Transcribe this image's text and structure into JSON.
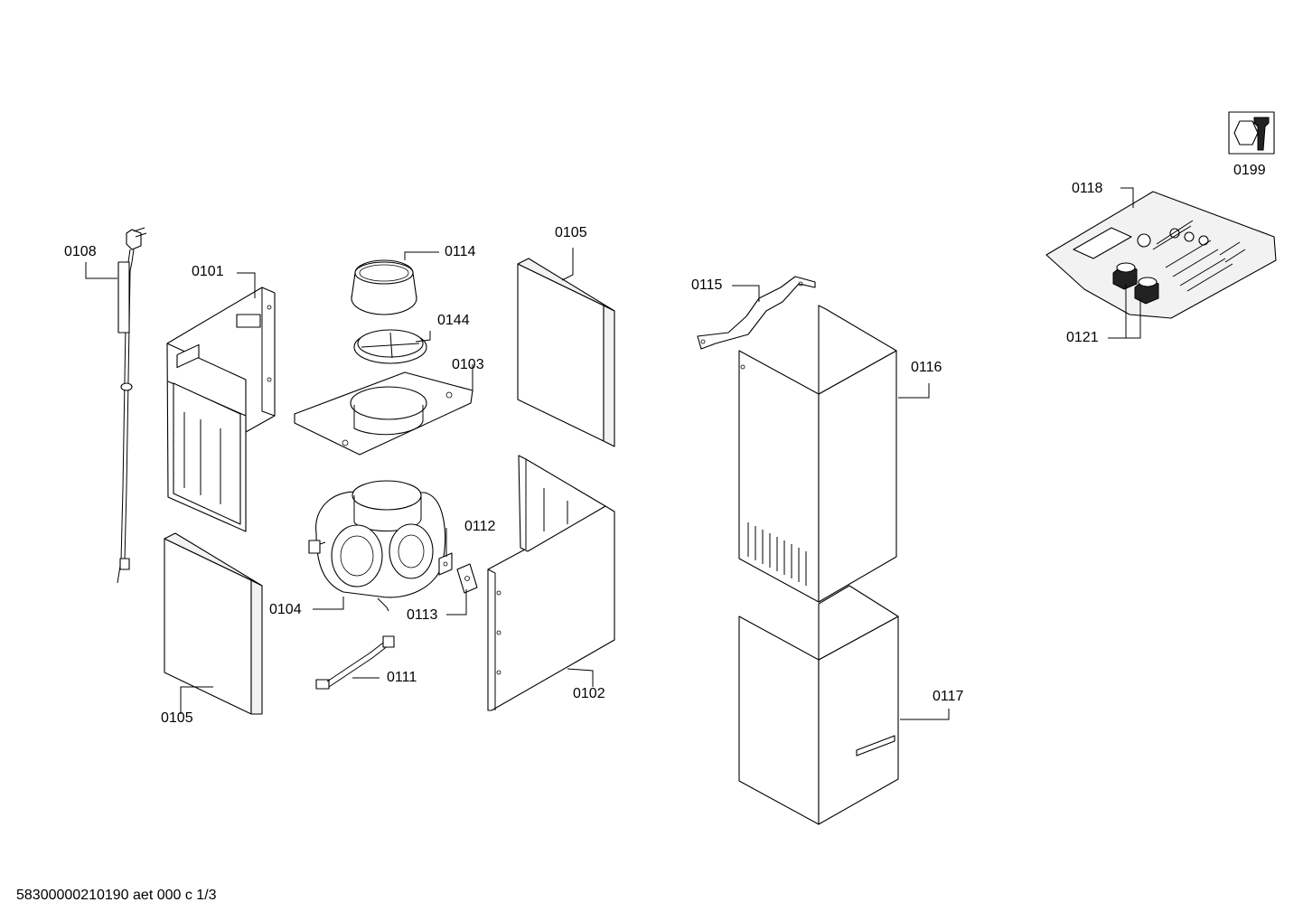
{
  "labels": {
    "p0101": "0101",
    "p0102": "0102",
    "p0103": "0103",
    "p0104": "0104",
    "p0105_top": "0105",
    "p0105_bottom": "0105",
    "p0108": "0108",
    "p0111": "0111",
    "p0112": "0112",
    "p0113": "0113",
    "p0114": "0114",
    "p0115": "0115",
    "p0116": "0116",
    "p0117": "0117",
    "p0118": "0118",
    "p0121": "0121",
    "p0144": "0144",
    "p0199": "0199"
  },
  "footer": "58300000210190 aet 000 c 1/3"
}
